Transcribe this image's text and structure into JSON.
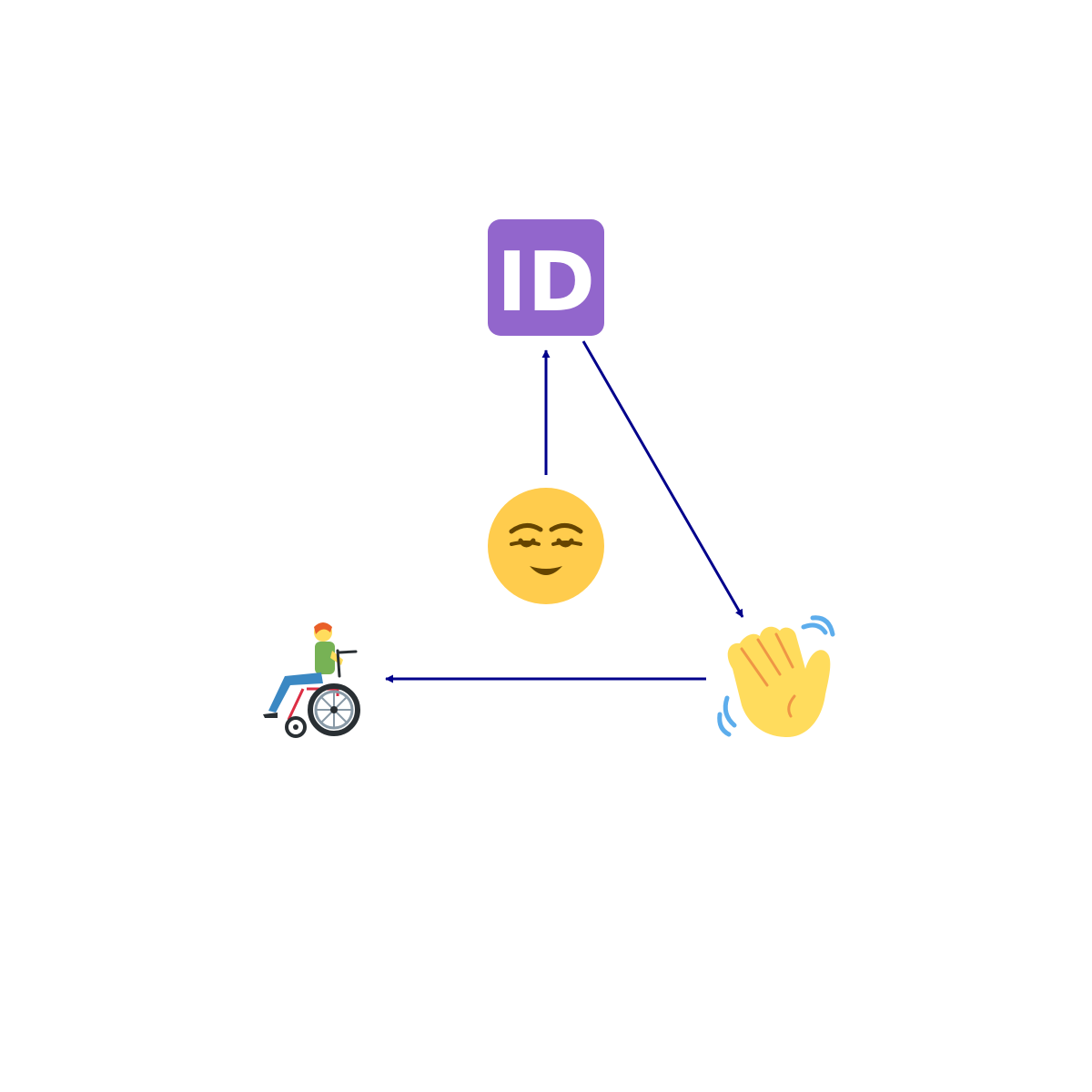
{
  "diagram": {
    "edge_color": "#00008b",
    "nodes": [
      {
        "id": "id-button",
        "icon": "id-button-icon",
        "text": "ID",
        "bg_color": "#9266cc",
        "fg_color": "#ffffff"
      },
      {
        "id": "relieved-face",
        "icon": "relieved-face-icon",
        "face_color": "#ffcc4d",
        "feature_color": "#664500"
      },
      {
        "id": "waving-hand",
        "icon": "waving-hand-icon",
        "hand_color": "#ffdc5d",
        "line_color": "#ef9645",
        "motion_color": "#5dadec"
      },
      {
        "id": "person-in-wheelchair",
        "icon": "person-in-wheelchair-icon",
        "shirt_color": "#77b255",
        "pants_color": "#3b88c3",
        "hair_color": "#e95f28",
        "frame_color": "#dd2e44",
        "wheel_color": "#292f33"
      }
    ],
    "edges": [
      {
        "from": "relieved-face",
        "to": "id-button"
      },
      {
        "from": "id-button",
        "to": "waving-hand"
      },
      {
        "from": "waving-hand",
        "to": "person-in-wheelchair"
      }
    ]
  }
}
